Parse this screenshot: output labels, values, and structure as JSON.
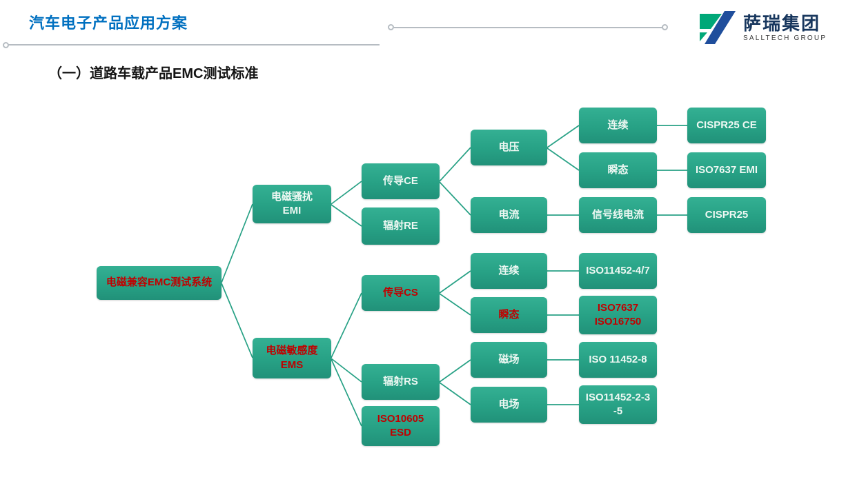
{
  "header": {
    "title": "汽车电子产品应用方案",
    "subtitle": "（一）道路车载产品EMC测试标准"
  },
  "logo": {
    "name_cn": "萨瑞集团",
    "name_en": "SALLTECH GROUP"
  },
  "colors": {
    "title_blue": "#0070c0",
    "node_teal": "#27a185",
    "node_text_white": "#eef8f3",
    "node_text_red": "#c00000",
    "connector_teal": "#27a185",
    "decor_gray": "#b6bcc2",
    "logo_green": "#00a878",
    "logo_blue": "#1f4e9c",
    "logo_navy": "#17365d"
  },
  "diagram": {
    "nodes": {
      "root": {
        "label": "电磁兼容EMC测试系统"
      },
      "emi": {
        "line1": "电磁骚扰",
        "line2": "EMI"
      },
      "ems": {
        "line1": "电磁敏感度",
        "line2": "EMS"
      },
      "ce": {
        "label": "传导CE"
      },
      "re": {
        "label": "辐射RE"
      },
      "cs": {
        "label": "传导CS"
      },
      "rs": {
        "label": "辐射RS"
      },
      "esd": {
        "line1": "ISO10605",
        "line2": "ESD"
      },
      "voltage": {
        "label": "电压"
      },
      "current": {
        "label": "电流"
      },
      "cs_cont": {
        "label": "连续"
      },
      "cs_trans": {
        "label": "瞬态"
      },
      "mag": {
        "label": "磁场"
      },
      "elec": {
        "label": "电场"
      },
      "v_cont": {
        "label": "连续"
      },
      "v_trans": {
        "label": "瞬态"
      },
      "sig_current": {
        "label": "信号线电流"
      },
      "cispr25_ce": {
        "label": "CISPR25 CE"
      },
      "iso7637_emi": {
        "label": "ISO7637 EMI"
      },
      "cispr25": {
        "label": "CISPR25"
      },
      "iso11452_47": {
        "label": "ISO11452-4/7"
      },
      "iso7637_16750": {
        "line1": "ISO7637",
        "line2": "ISO16750"
      },
      "iso11452_8": {
        "label": "ISO 11452-8"
      },
      "iso11452_235": {
        "line1": "ISO11452-2-3",
        "line2": "-5"
      }
    }
  }
}
